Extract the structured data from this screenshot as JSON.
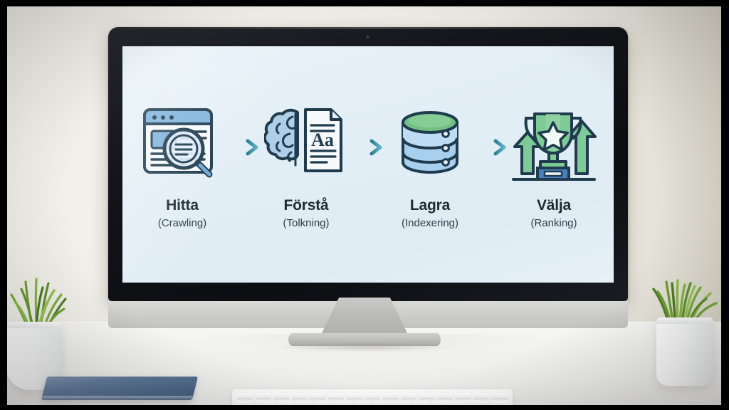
{
  "scene": {
    "description": "Desktop computer monitor on a white desk showing a four-step SEO process diagram",
    "wall_color": "#efeee7",
    "desk_color": "#f4f4f2",
    "screen_bg": "#e2eef5"
  },
  "diagram": {
    "accent_arrow_color": "#3f93a8",
    "title_color": "#1d2b33",
    "subtitle_color": "#2c3d47",
    "steps": [
      {
        "icon": "browser-search-icon",
        "title": "Hitta",
        "subtitle": "(Crawling)",
        "icon_colors": {
          "line": "#1f3b4d",
          "fill": "#7fb4dd",
          "light": "#dfeef8"
        }
      },
      {
        "icon": "brain-document-icon",
        "title": "Förstå",
        "subtitle": "(Tolkning)",
        "icon_colors": {
          "line": "#1f3b4d",
          "fill": "#aecfe8",
          "light": "#eef4f9"
        },
        "document_text": "Aa"
      },
      {
        "icon": "database-icon",
        "title": "Lagra",
        "subtitle": "(Indexering)",
        "icon_colors": {
          "line": "#1f3b4d",
          "fill": "#a8cfee",
          "top": "#72c084"
        }
      },
      {
        "icon": "trophy-growth-icon",
        "title": "Välja",
        "subtitle": "(Ranking)",
        "icon_colors": {
          "line": "#1f3b4d",
          "fill": "#7ecb97",
          "base": "#4a80bd"
        }
      }
    ],
    "arrows": [
      "arrow-right-icon",
      "arrow-right-icon",
      "arrow-right-icon"
    ]
  },
  "objects": {
    "monitor": "computer-monitor",
    "keyboard": "keyboard",
    "notebook": "blue-notebook",
    "plant_left": "potted-plant",
    "plant_right": "potted-plant"
  }
}
